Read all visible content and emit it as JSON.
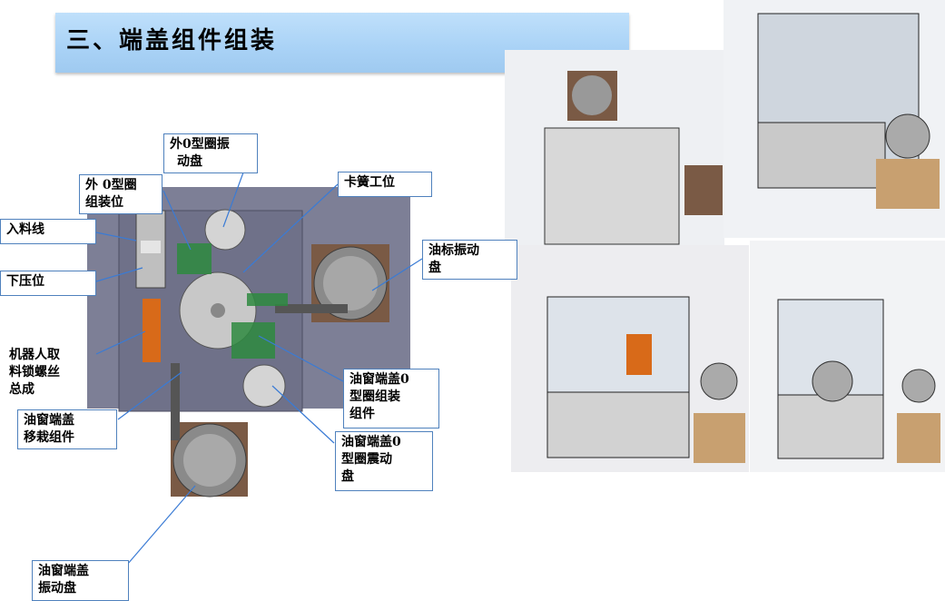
{
  "slide": {
    "title": "三、端盖组件组装"
  },
  "callouts": {
    "outer_oring_disk": [
      "外0型圈振",
      "动盘"
    ],
    "outer_oring_station": [
      "外 0型圈",
      "组装位"
    ],
    "clip_station": "卡簧工位",
    "feed_line": "入料线",
    "oil_mark_disk": [
      "油标振动",
      "盘"
    ],
    "press_station": "下压位",
    "robot": [
      "机器人取",
      "料锁螺丝",
      "总成"
    ],
    "oil_window_transfer": [
      "油窗端盖",
      "移栽组件"
    ],
    "oil_window_oring_assembly": [
      "油窗端盖0",
      "型圈组装",
      "组件"
    ],
    "oil_window_oring_disk": [
      "油窗端盖0",
      "型圈震动",
      "盘"
    ],
    "oil_window_cap_disk": [
      "油窗端盖",
      "振动盘"
    ]
  },
  "colors": {
    "title_bar": "#a9d2f6",
    "label_border": "#4f81bd",
    "plate": "#7d7f96",
    "leader_line": "#3a7bd5"
  }
}
